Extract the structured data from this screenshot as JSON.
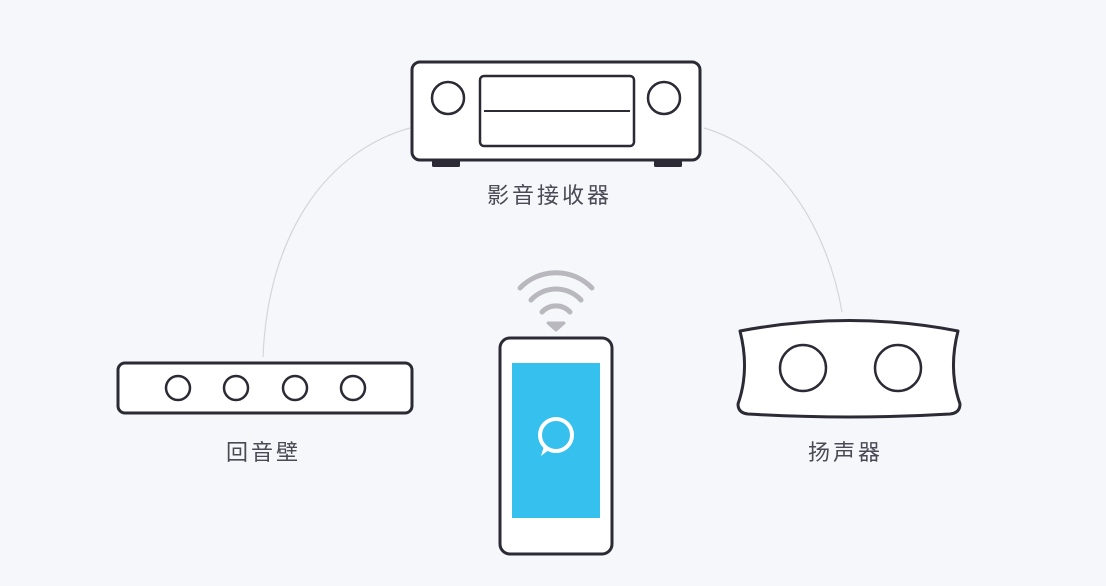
{
  "devices": {
    "receiver": {
      "label": "影音接收器",
      "icon": "av-receiver-icon"
    },
    "soundbar": {
      "label": "回音壁",
      "icon": "soundbar-icon"
    },
    "speaker": {
      "label": "扬声器",
      "icon": "speaker-icon"
    },
    "phone": {
      "icon": "smartphone-icon",
      "screen_icon": "alexa-ring-icon",
      "signal_icon": "wifi-icon"
    }
  },
  "colors": {
    "outline": "#2b2a35",
    "screen": "#35c0ee",
    "connector": "#d4d6dc",
    "background": "#f6f7fa",
    "wifi": "#b8b8be"
  }
}
